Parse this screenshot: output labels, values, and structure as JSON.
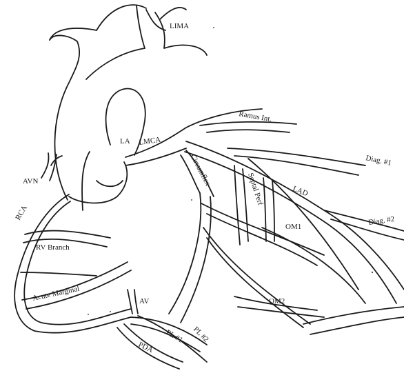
{
  "labels": {
    "lima": "LIMA",
    "ramus": "Ramus Int.",
    "la": "LA",
    "lmca": "LMCA",
    "circumflex": "Circumflex",
    "septal": "Septal Perf",
    "lad": "LAD",
    "diag1": "Diag. #1",
    "diag2": "Diag. #2",
    "om1": "OM1",
    "om2": "OM2",
    "avn": "AVN",
    "rca": "RCA",
    "rv_branch": "RV Branch",
    "acute_marginal": "Acute Marginal",
    "av": "AV",
    "pda": "PDA",
    "pl1": "PL #1",
    "pl2": "PL #2"
  },
  "colors": {
    "ink": "#1a1a1a",
    "paper": "#ffffff"
  }
}
